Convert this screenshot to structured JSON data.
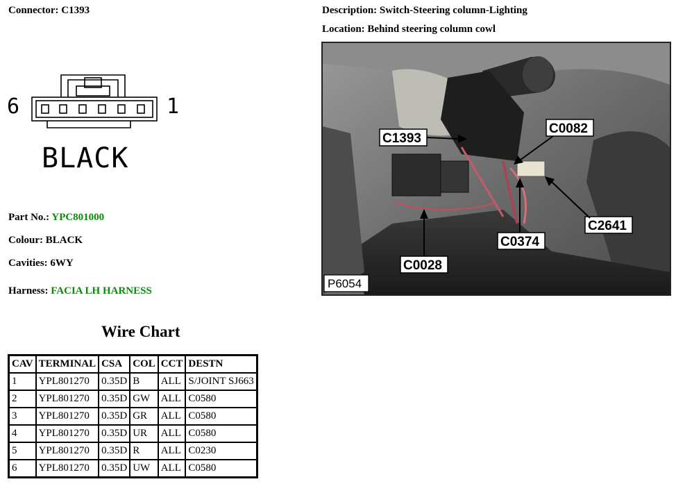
{
  "connector": {
    "label": "Connector:",
    "value": "C1393"
  },
  "description": {
    "label": "Description:",
    "value": "Switch-Steering column-Lighting"
  },
  "location": {
    "label": "Location:",
    "value": "Behind steering column cowl"
  },
  "diagram": {
    "pin_left": "6",
    "pin_right": "1",
    "colour_text": "BLACK"
  },
  "part_no": {
    "label": "Part No.:",
    "value": "YPC801000"
  },
  "colour": {
    "label": "Colour:",
    "value": "BLACK"
  },
  "cavities": {
    "label": "Cavities:",
    "value": "6WY"
  },
  "harness": {
    "label": "Harness:",
    "value": "FACIA LH HARNESS"
  },
  "wire_chart": {
    "title": "Wire Chart",
    "headers": [
      "CAV",
      "TERMINAL",
      "CSA",
      "COL",
      "CCT",
      "DESTN"
    ],
    "rows": [
      [
        "1",
        "YPL801270",
        "0.35D",
        "B",
        "ALL",
        "S/JOINT SJ663"
      ],
      [
        "2",
        "YPL801270",
        "0.35D",
        "GW",
        "ALL",
        "C0580"
      ],
      [
        "3",
        "YPL801270",
        "0.35D",
        "GR",
        "ALL",
        "C0580"
      ],
      [
        "4",
        "YPL801270",
        "0.35D",
        "UR",
        "ALL",
        "C0580"
      ],
      [
        "5",
        "YPL801270",
        "0.35D",
        "R",
        "ALL",
        "C0230"
      ],
      [
        "6",
        "YPL801270",
        "0.35D",
        "UW",
        "ALL",
        "C0580"
      ]
    ]
  },
  "photo": {
    "callouts": {
      "c1393": "C1393",
      "c0082": "C0082",
      "c2641": "C2641",
      "c0374": "C0374",
      "c0028": "C0028"
    },
    "figure_id": "P6054"
  }
}
